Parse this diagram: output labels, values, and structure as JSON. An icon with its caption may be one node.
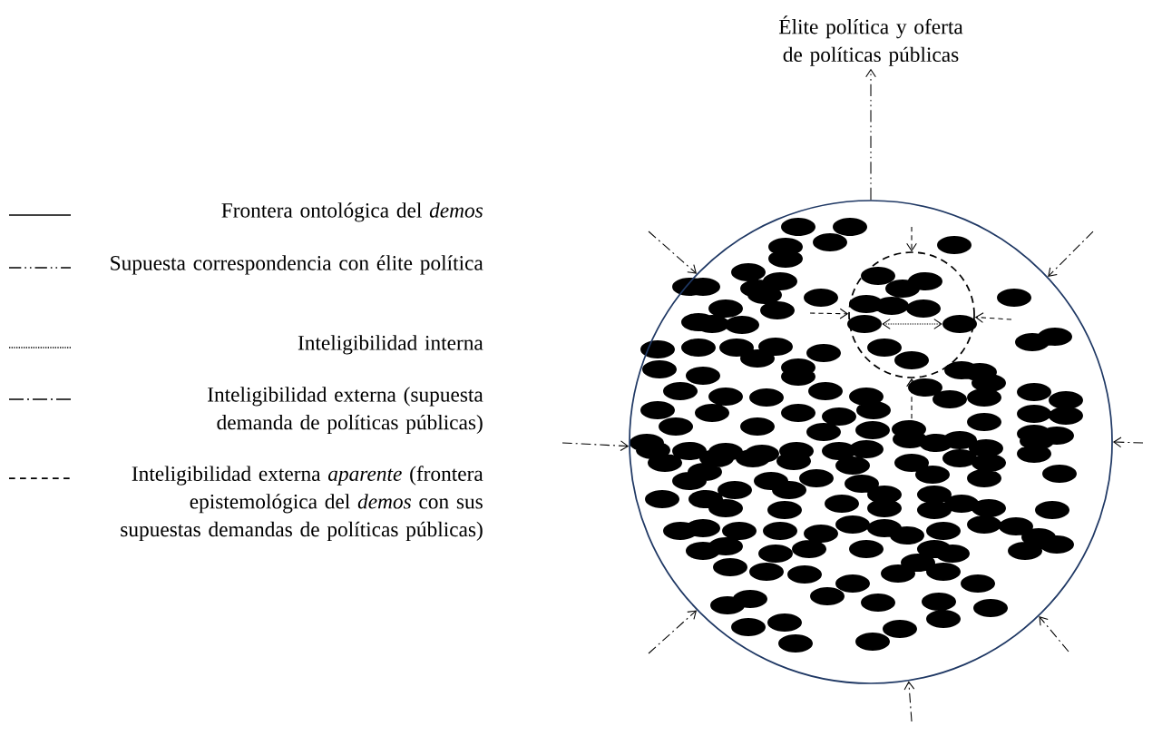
{
  "diagram": {
    "nodes": [
      {
        "text": [
          "Élite política y oferta de políticas públicas"
        ]
      },
      {
        "text": [],
        "shape": "circle"
      },
      {
        "text": [],
        "shape": "circle",
        "in": 1
      },
      {
        "text": [],
        "shape": "ellipse",
        "in": 2
      },
      {
        "text": [],
        "shape": "ellipse",
        "in": 2
      }
    ],
    "edges": [
      {
        "from": 1,
        "to": 0,
        "arrow": "to"
      },
      {
        "from": null,
        "to": 1,
        "arrow": "to"
      },
      {
        "from": null,
        "to": 1,
        "arrow": "to"
      },
      {
        "from": null,
        "to": 1,
        "arrow": "to"
      },
      {
        "from": null,
        "to": 1,
        "arrow": "to"
      },
      {
        "from": null,
        "to": 1,
        "arrow": "to"
      },
      {
        "from": null,
        "to": 1,
        "arrow": "to"
      },
      {
        "from": null,
        "to": 1,
        "arrow": "to"
      },
      {
        "from": null,
        "to": 2,
        "arrow": "to",
        "style": "dashed"
      },
      {
        "from": null,
        "to": 2,
        "arrow": "to",
        "style": "dashed"
      },
      {
        "from": null,
        "to": 2,
        "arrow": "to",
        "style": "dashed"
      },
      {
        "from": null,
        "to": 2,
        "arrow": "to",
        "style": "dashed"
      },
      {
        "from": 3,
        "to": 4,
        "arrow": "both"
      }
    ],
    "legend": [
      {
        "text": "Frontera ontológica del *demos*"
      },
      {
        "text": "Supuesta correspondencia con élite política"
      },
      {
        "text": "Inteligibilidad interna"
      },
      {
        "text": "Inteligibilidad externa (supuesta demanda de políticas públicas)"
      },
      {
        "text": "Inteligibilidad externa *aparente* (frontera epistemológica del *demos* con sus supuestas demandas de políticas públicas)"
      }
    ]
  }
}
